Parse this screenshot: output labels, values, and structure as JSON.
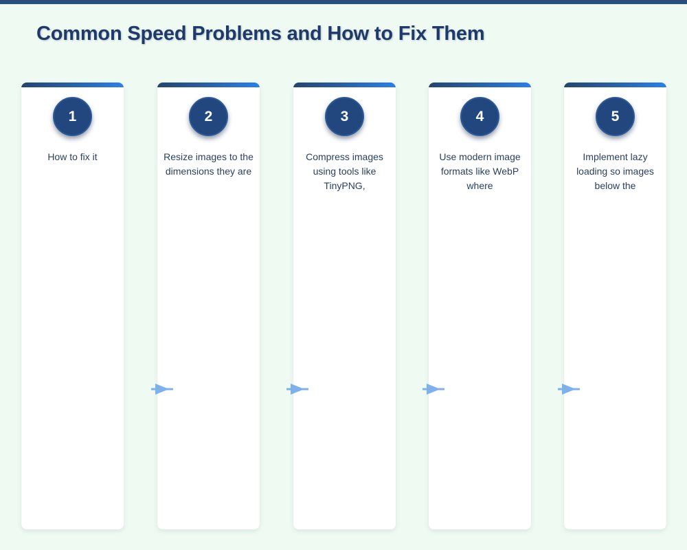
{
  "page": {
    "title": "Common Speed Problems and How to Fix Them",
    "background_color": "#EFFAF2",
    "accent_color": "#2B4C7E",
    "title_color": "#1F3A68",
    "card_background": "#FFFFFF",
    "body_text_color": "#2A3F5F",
    "arrow_color": "#7EB0EC",
    "badge_color": "#22467E",
    "accent_gradient_start": "#23456F",
    "accent_gradient_end": "#2B7FE8"
  },
  "steps": [
    {
      "number": "1",
      "text": "How to fix it"
    },
    {
      "number": "2",
      "text": "Resize images to the dimensions they are"
    },
    {
      "number": "3",
      "text": "Compress images using tools like TinyPNG,"
    },
    {
      "number": "4",
      "text": "Use modern image formats like WebP where"
    },
    {
      "number": "5",
      "text": "Implement lazy loading so images below the"
    }
  ],
  "connectors": [
    {
      "name": "arrow-1-to-2"
    },
    {
      "name": "arrow-2-to-3"
    },
    {
      "name": "arrow-3-to-4"
    },
    {
      "name": "arrow-4-to-5"
    }
  ]
}
